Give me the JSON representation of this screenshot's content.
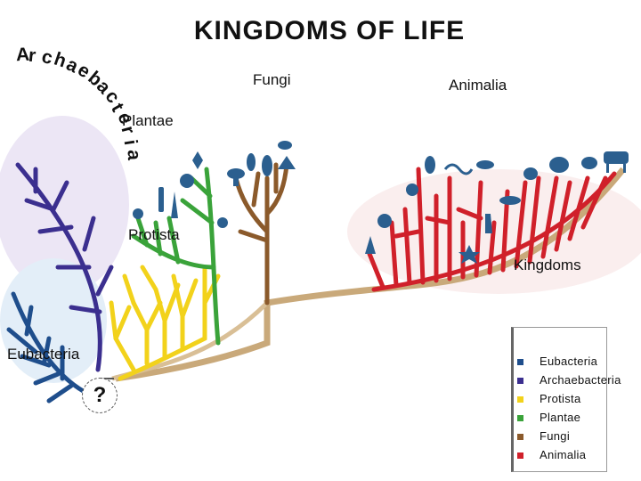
{
  "title": "KINGDOMS OF LIFE",
  "labels": {
    "archaebacteria_letters": [
      "A",
      "r",
      "c",
      "h",
      "a",
      "e",
      "b",
      "a",
      "c",
      "t",
      "e",
      "r",
      "i",
      "a"
    ],
    "fungi": "Fungi",
    "animalia": "Animalia",
    "plantae": "Plantae",
    "protista": "Protista",
    "kingdoms": "Kingdoms",
    "eubacteria": "Eubacteria",
    "unknown_origin": "?"
  },
  "legend": [
    {
      "label": "Eubacteria",
      "color": "#1f4e8c"
    },
    {
      "label": "Archaebacteria",
      "color": "#3b2f8f"
    },
    {
      "label": "Protista",
      "color": "#f2d21b"
    },
    {
      "label": "Plantae",
      "color": "#3aa33a"
    },
    {
      "label": "Fungi",
      "color": "#8b5a2b"
    },
    {
      "label": "Animalia",
      "color": "#d0202a"
    }
  ],
  "colors": {
    "eubacteria": "#1f4e8c",
    "archaebacteria": "#3b2f8f",
    "protista": "#f2d21b",
    "plantae": "#3aa33a",
    "fungi": "#8b5a2b",
    "animalia": "#d0202a",
    "trunk": "#c9a97a",
    "organism_icon": "#2b5f8f"
  }
}
